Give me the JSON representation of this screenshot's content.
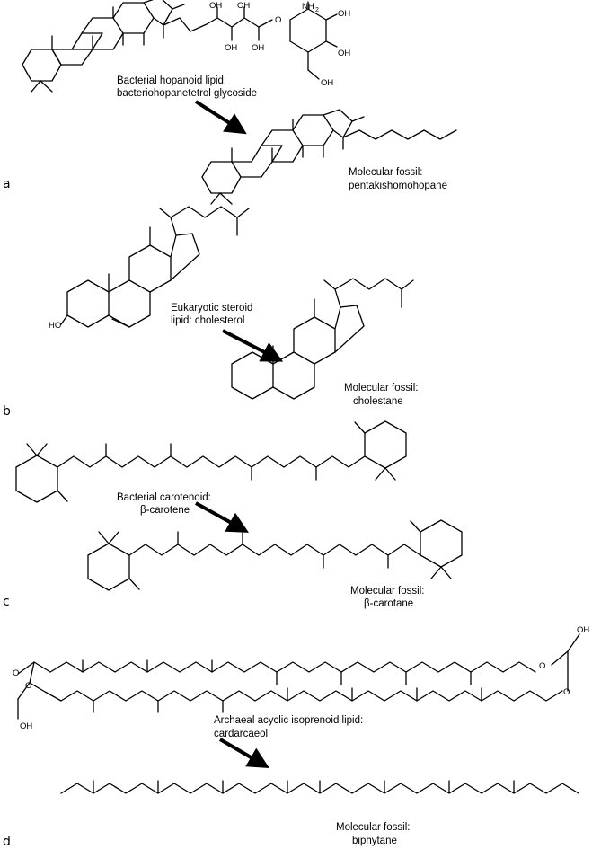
{
  "panels": [
    {
      "letter": "a",
      "lipid_label": [
        "Bacterial hopanoid lipid:",
        "bacteriohopanetetrol glycoside"
      ],
      "fossil_label": [
        "Molecular fossil:",
        "pentakishomohopane"
      ],
      "atoms": [
        "OH",
        "OH",
        "OH",
        "OH",
        "O",
        "NH",
        "2",
        "OH",
        "OH",
        "OH"
      ]
    },
    {
      "letter": "b",
      "lipid_label": [
        "Eukaryotic steroid",
        "lipid: cholesterol"
      ],
      "fossil_label": [
        "Molecular fossil:",
        "cholestane"
      ],
      "atoms": [
        "HO"
      ]
    },
    {
      "letter": "c",
      "lipid_label": [
        "Bacterial carotenoid:",
        "β-carotene"
      ],
      "fossil_label": [
        "Molecular fossil:",
        "β-carotane"
      ]
    },
    {
      "letter": "d",
      "lipid_label": [
        "Archaeal acyclic isoprenoid lipid:",
        "cardarcaeol"
      ],
      "fossil_label": [
        "Molecular fossil:",
        "biphytane"
      ],
      "atoms": [
        "O",
        "O",
        "O",
        "O",
        "OH",
        "OH"
      ]
    }
  ]
}
